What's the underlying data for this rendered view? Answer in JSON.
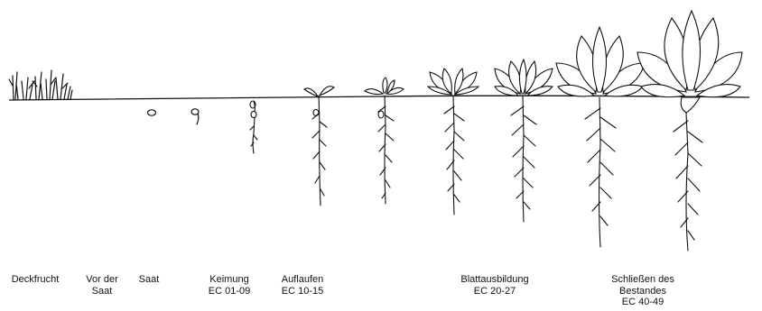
{
  "stages": [
    {
      "id": "deckfrucht",
      "lines": [
        "Deckfrucht"
      ]
    },
    {
      "id": "vor-der-saat",
      "lines": [
        "Vor der",
        "Saat"
      ]
    },
    {
      "id": "saat",
      "lines": [
        "Saat"
      ]
    },
    {
      "id": "keimung",
      "lines": [
        "Keimung",
        "EC 01-09"
      ]
    },
    {
      "id": "auflaufen",
      "lines": [
        "Auflaufen",
        "EC 10-15"
      ]
    },
    {
      "id": "blattausbildung",
      "lines": [
        "Blattausbildung",
        "EC 20-27"
      ]
    },
    {
      "id": "schliessen",
      "lines": [
        "Schließen des",
        "Bestandes",
        "EC 40-49"
      ]
    }
  ],
  "colors": {
    "ink": "#111111",
    "background": "#ffffff"
  }
}
